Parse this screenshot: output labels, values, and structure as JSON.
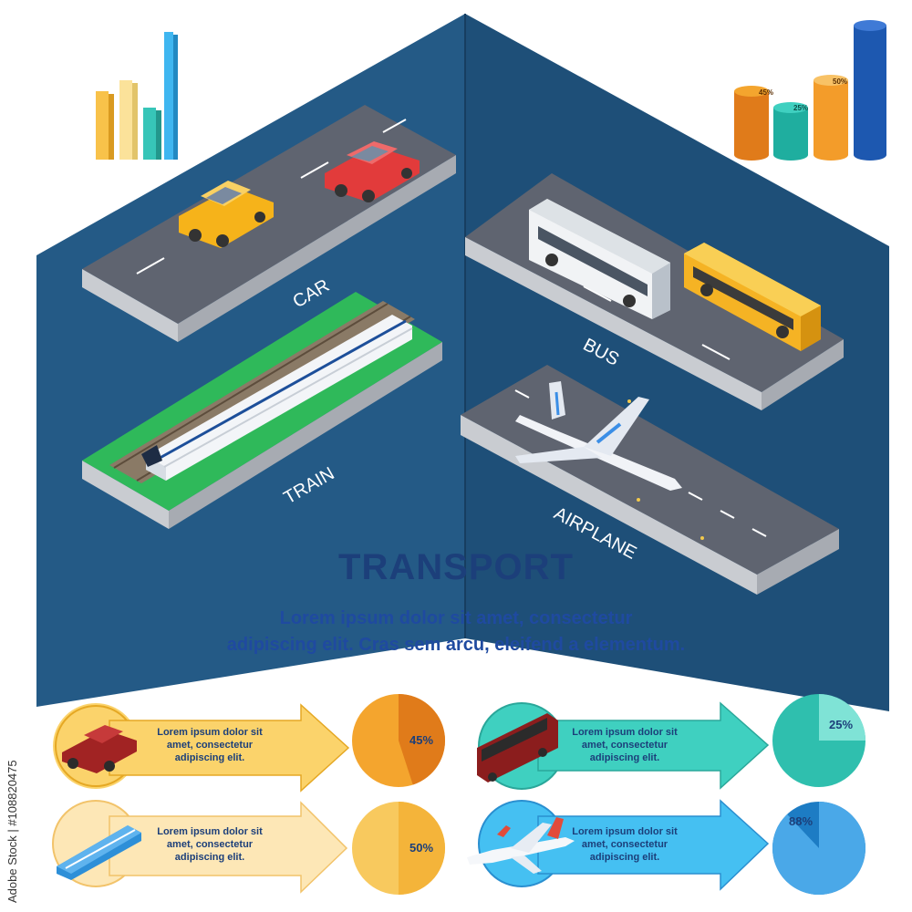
{
  "labels": {
    "car": "CAR",
    "bus": "BUS",
    "train": "TRAIN",
    "airplane": "AIRPLANE"
  },
  "title": "TRANSPORT",
  "subtitle_line1": "Lorem ipsum dolor sit amet, consectetur",
  "subtitle_line2": "adipiscing elit.  Cras sem arcu, eleifend a elementum.",
  "cards": [
    {
      "line1": "Lorem ipsum dolor sit",
      "line2": "amet, consectetur",
      "line3": "adipiscing elit.",
      "percent": "45%",
      "percent_value": 45,
      "arrow_color": "#f9c74f",
      "pie_color": "#f4a52e",
      "pie_fill": "#e07b1a",
      "icon": "car-icon"
    },
    {
      "line1": "Lorem ipsum dolor sit",
      "line2": "amet, consectetur",
      "line3": "adipiscing elit.",
      "percent": "25%",
      "percent_value": 25,
      "arrow_color": "#3fd0c0",
      "pie_color": "#2fbfae",
      "pie_fill": "#7fe3d6",
      "icon": "bus-icon"
    },
    {
      "line1": "Lorem ipsum dolor sit",
      "line2": "amet, consectetur",
      "line3": "adipiscing elit.",
      "percent": "50%",
      "percent_value": 50,
      "arrow_color": "#fbd98a",
      "pie_color": "#f7c35a",
      "pie_fill": "#f3b53c",
      "icon": "train-icon"
    },
    {
      "line1": "Lorem ipsum dolor sit",
      "line2": "amet, consectetur",
      "line3": "adipiscing elit.",
      "percent": "88%",
      "percent_value": 88,
      "arrow_color": "#35b8f0",
      "pie_color": "#1d7cc4",
      "pie_fill": "#4aa8e8",
      "icon": "airplane-icon"
    }
  ],
  "top_right_chart": {
    "labels": [
      "45%",
      "25%",
      "50%"
    ]
  },
  "stock_text": "Adobe Stock | #108820475"
}
